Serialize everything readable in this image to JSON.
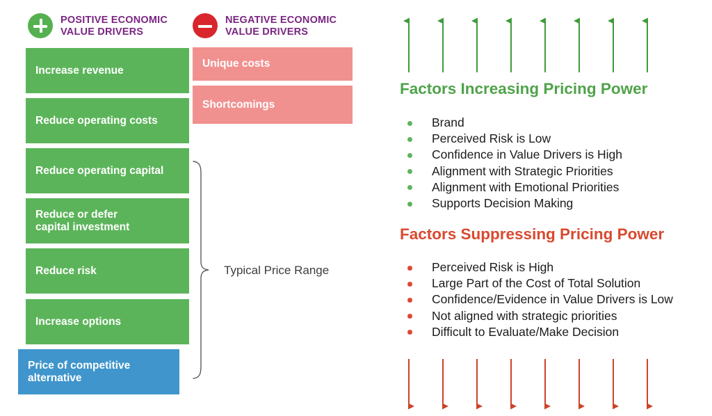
{
  "columns": {
    "positive": {
      "icon": "plus-circle-icon",
      "title": "POSITIVE ECONOMIC\nVALUE DRIVERS",
      "accent": "#55b050",
      "items": [
        {
          "label": "Increase revenue",
          "color": "#5cb45a",
          "kind": "green"
        },
        {
          "label": "Reduce operating costs",
          "color": "#5cb45a",
          "kind": "green"
        },
        {
          "label": "Reduce operating capital",
          "color": "#5cb45a",
          "kind": "green"
        },
        {
          "label": "Reduce or defer\ncapital investment",
          "color": "#5cb45a",
          "kind": "green"
        },
        {
          "label": "Reduce risk",
          "color": "#5cb45a",
          "kind": "green"
        },
        {
          "label": "Increase options",
          "color": "#5cb45a",
          "kind": "green"
        },
        {
          "label": "Price of competitive\nalternative",
          "color": "#3f95cc",
          "kind": "blue"
        }
      ]
    },
    "negative": {
      "icon": "minus-circle-icon",
      "title": "NEGATIVE ECONOMIC\nVALUE DRIVERS",
      "accent": "#d8262c",
      "items": [
        {
          "label": "Unique costs",
          "color": "#f1918f",
          "kind": "pink"
        },
        {
          "label": "Shortcomings",
          "color": "#f1918f",
          "kind": "pink"
        }
      ]
    }
  },
  "bracket": {
    "label": "Typical Price Range"
  },
  "arrows": {
    "up": {
      "count": 8,
      "color": "#3f9b3a",
      "direction": "up"
    },
    "down": {
      "count": 8,
      "color": "#cc4329",
      "direction": "down"
    }
  },
  "panels": [
    {
      "heading": "Factors Increasing Pricing Power",
      "color": "#4fa34a",
      "bullet_color": "#5cb45a",
      "bullets": [
        "Brand",
        "Perceived Risk is Low",
        "Confidence in Value Drivers is High",
        "Alignment with Strategic Priorities",
        "Alignment with Emotional Priorities",
        "Supports Decision Making"
      ]
    },
    {
      "heading": "Factors Suppressing Pricing Power",
      "color": "#d9492f",
      "bullet_color": "#d9492f",
      "bullets": [
        "Perceived Risk is High",
        "Large Part of the Cost of Total Solution",
        "Confidence/Evidence in Value Drivers is Low",
        "Not aligned with strategic priorities",
        "Difficult to Evaluate/Make Decision"
      ]
    }
  ]
}
